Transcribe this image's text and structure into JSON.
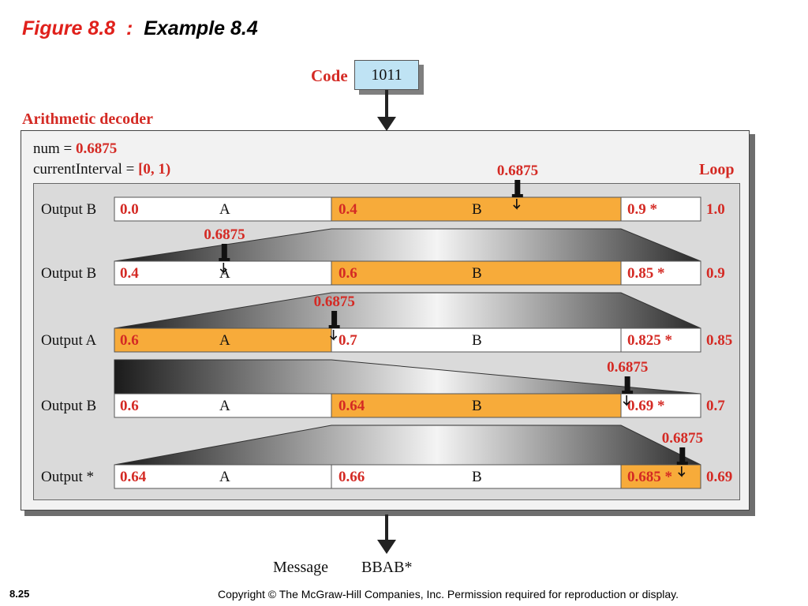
{
  "slide": {
    "figure_label": "Figure 8.8  :",
    "example_label": "Example 8.4",
    "page_number": "8.25",
    "copyright": "Copyright © The McGraw-Hill Companies, Inc. Permission required for reproduction or display."
  },
  "code": {
    "label": "Code",
    "value": "1011"
  },
  "decoder": {
    "label": "Arithmetic decoder",
    "num_prefix": "num = ",
    "num_value": "0.6875",
    "interval_prefix": "currentInterval = ",
    "interval_value": "[0, 1)",
    "loop_label": "Loop"
  },
  "colors": {
    "accent_red": "#d42a24",
    "selected_fill": "#f7ab3a",
    "panel_outer": "#f2f2f2",
    "panel_inner": "#dadada"
  },
  "rows": [
    {
      "output": "Output B",
      "low": "0.0",
      "a_sym": "A",
      "mid": "0.4",
      "b_sym": "B",
      "hi": "0.9 *",
      "high": "1.0",
      "selected": "B",
      "marker": "0.6875",
      "frac": 0.6875
    },
    {
      "output": "Output B",
      "low": "0.4",
      "a_sym": "A",
      "mid": "0.6",
      "b_sym": "B",
      "hi": "0.85 *",
      "high": "0.9",
      "selected": "B",
      "marker": "0.6875",
      "frac": 0.1875
    },
    {
      "output": "Output A",
      "low": "0.6",
      "a_sym": "A",
      "mid": "0.7",
      "b_sym": "B",
      "hi": "0.825 *",
      "high": "0.85",
      "selected": "A",
      "marker": "0.6875",
      "frac": 0.375
    },
    {
      "output": "Output B",
      "low": "0.6",
      "a_sym": "A",
      "mid": "0.64",
      "b_sym": "B",
      "hi": "0.69 *",
      "high": "0.7",
      "selected": "B",
      "marker": "0.6875",
      "frac": 0.875
    },
    {
      "output": "Output *",
      "low": "0.64",
      "a_sym": "A",
      "mid": "0.66",
      "b_sym": "B",
      "hi": "0.685 *",
      "high": "0.69",
      "selected": "*",
      "marker": "0.6875",
      "frac": 0.96875
    }
  ],
  "message": {
    "label": "Message",
    "value": "BBAB*"
  }
}
